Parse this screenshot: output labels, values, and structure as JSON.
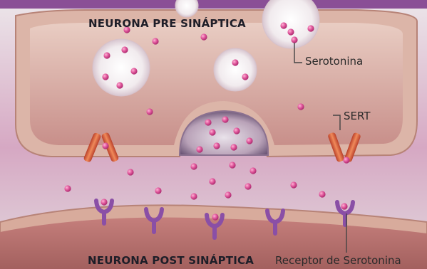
{
  "labels": {
    "pre_title": "NEURONA PRE SINÁPTICA",
    "post_title": "NEURONA POST SINÁPTICA",
    "serotonin": "Serotonina",
    "sert": "SERT",
    "receptor": "Receptor de Serotonina"
  },
  "colors": {
    "top_band": "#8a4f96",
    "membrane": "#d8ab9c",
    "cytoplasm": "#c58a86",
    "cleft": "#c987b0",
    "molecule": "#d9488f",
    "vesicle": "#efe8ea",
    "transporter": "#e0703e",
    "receptor": "#8a4fa6"
  },
  "icons": {
    "serotonin_molecule": "pink-sphere-icon",
    "vesicle": "vesicle-icon",
    "sert": "transporter-channel-icon",
    "receptor": "y-receptor-icon"
  }
}
